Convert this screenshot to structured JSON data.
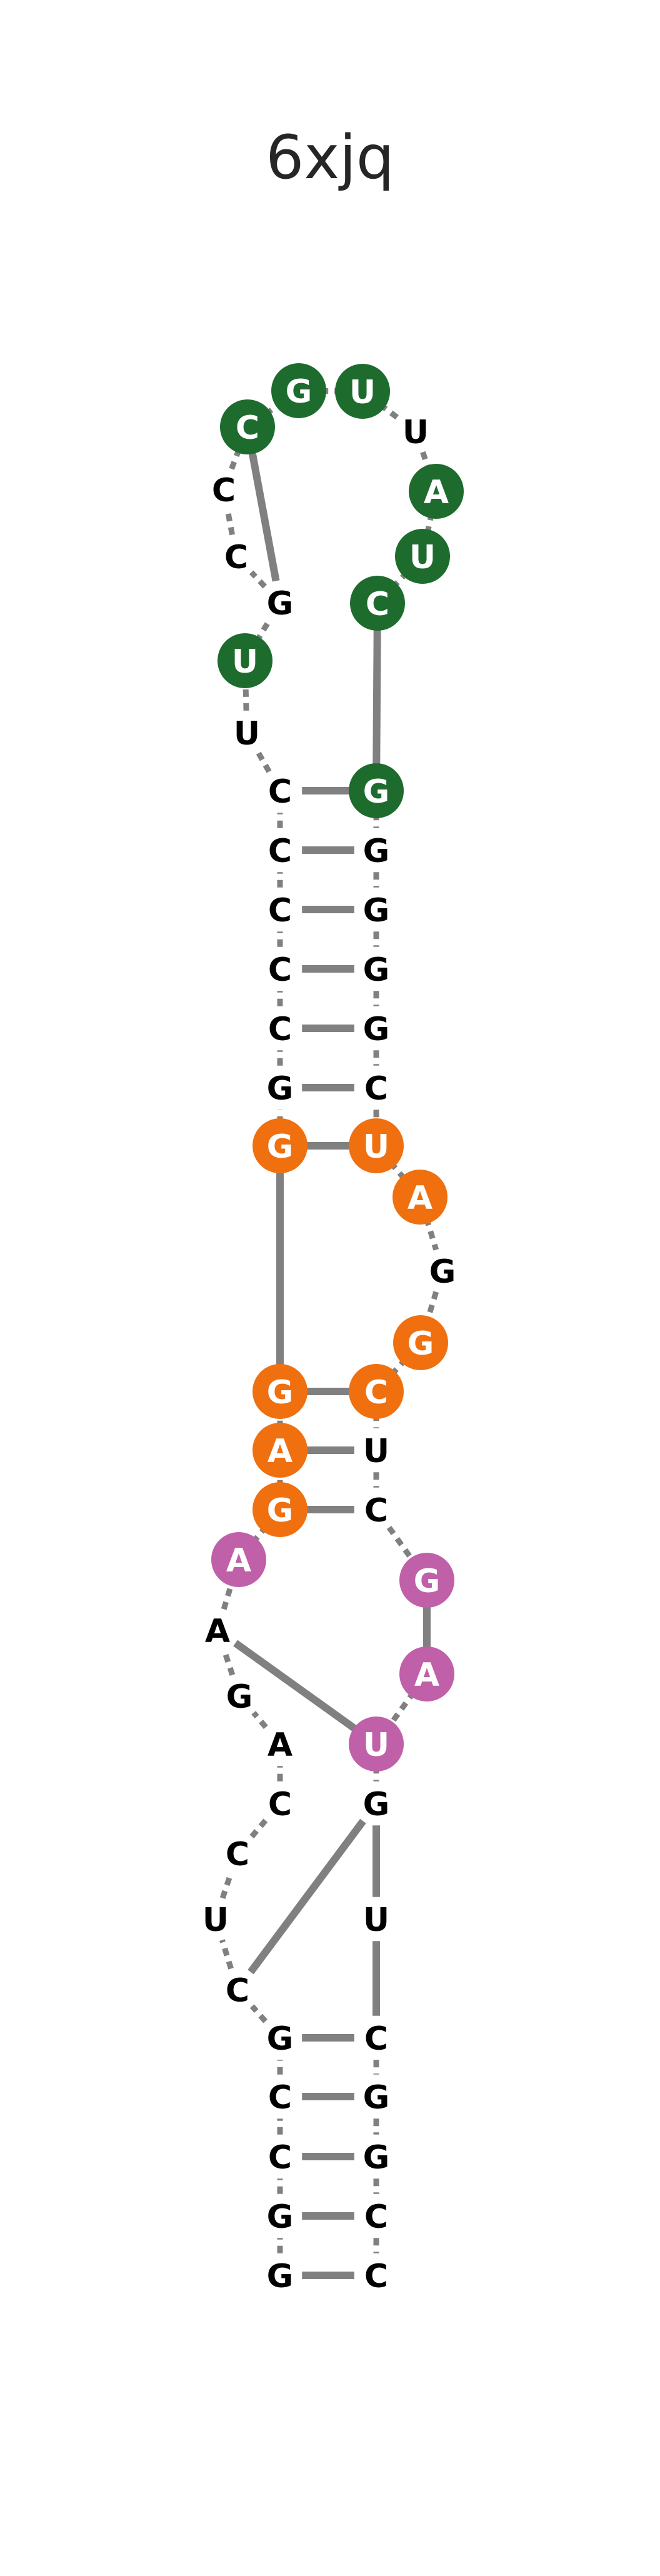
{
  "title": "6xjq",
  "colors": {
    "stem_line": "#808080",
    "pair_line": "#808080",
    "unpaired_text": "#000000",
    "highlight_text": "#ffffff",
    "green": "#1e6b2e",
    "orange": "#f07010",
    "pink": "#c060a8"
  },
  "nucleotides": [
    {
      "id": "n1",
      "base": "G",
      "hl": null
    },
    {
      "id": "n2",
      "base": "G",
      "hl": null
    },
    {
      "id": "n3",
      "base": "C",
      "hl": null
    },
    {
      "id": "n4",
      "base": "C",
      "hl": null
    },
    {
      "id": "n5",
      "base": "G",
      "hl": null
    },
    {
      "id": "n6",
      "base": "C",
      "hl": null
    },
    {
      "id": "n7",
      "base": "U",
      "hl": null
    },
    {
      "id": "n8",
      "base": "C",
      "hl": null
    },
    {
      "id": "n9",
      "base": "C",
      "hl": null
    },
    {
      "id": "n10",
      "base": "A",
      "hl": null
    },
    {
      "id": "n11",
      "base": "G",
      "hl": null
    },
    {
      "id": "n12",
      "base": "A",
      "hl": null
    },
    {
      "id": "n13",
      "base": "A",
      "hl": "pink"
    },
    {
      "id": "n14",
      "base": "G",
      "hl": "orange"
    },
    {
      "id": "n15",
      "base": "A",
      "hl": "orange"
    },
    {
      "id": "n16",
      "base": "G",
      "hl": "orange"
    },
    {
      "id": "n17",
      "base": "G",
      "hl": "orange"
    },
    {
      "id": "n18",
      "base": "G",
      "hl": null
    },
    {
      "id": "n19",
      "base": "C",
      "hl": null
    },
    {
      "id": "n20",
      "base": "C",
      "hl": null
    },
    {
      "id": "n21",
      "base": "C",
      "hl": null
    },
    {
      "id": "n22",
      "base": "C",
      "hl": null
    },
    {
      "id": "n23",
      "base": "C",
      "hl": null
    },
    {
      "id": "n24",
      "base": "U",
      "hl": null
    },
    {
      "id": "n25",
      "base": "U",
      "hl": "green"
    },
    {
      "id": "n26",
      "base": "G",
      "hl": null
    },
    {
      "id": "n27",
      "base": "C",
      "hl": null
    },
    {
      "id": "n28",
      "base": "C",
      "hl": null
    },
    {
      "id": "n29",
      "base": "C",
      "hl": "green"
    },
    {
      "id": "n30",
      "base": "G",
      "hl": "green"
    },
    {
      "id": "n31",
      "base": "U",
      "hl": "green"
    },
    {
      "id": "n32",
      "base": "U",
      "hl": null
    },
    {
      "id": "n33",
      "base": "A",
      "hl": "green"
    },
    {
      "id": "n34",
      "base": "U",
      "hl": "green"
    },
    {
      "id": "n35",
      "base": "C",
      "hl": "green"
    },
    {
      "id": "n36",
      "base": "G",
      "hl": "green"
    },
    {
      "id": "n37",
      "base": "G",
      "hl": null
    },
    {
      "id": "n38",
      "base": "G",
      "hl": null
    },
    {
      "id": "n39",
      "base": "G",
      "hl": null
    },
    {
      "id": "n40",
      "base": "G",
      "hl": null
    },
    {
      "id": "n41",
      "base": "C",
      "hl": null
    },
    {
      "id": "n42",
      "base": "U",
      "hl": "orange"
    },
    {
      "id": "n43",
      "base": "A",
      "hl": "orange"
    },
    {
      "id": "n44",
      "base": "G",
      "hl": null
    },
    {
      "id": "n45",
      "base": "G",
      "hl": "orange"
    },
    {
      "id": "n46",
      "base": "C",
      "hl": "orange"
    },
    {
      "id": "n47",
      "base": "U",
      "hl": null
    },
    {
      "id": "n48",
      "base": "C",
      "hl": null
    },
    {
      "id": "n49",
      "base": "G",
      "hl": "pink"
    },
    {
      "id": "n50",
      "base": "A",
      "hl": "pink"
    },
    {
      "id": "n51",
      "base": "U",
      "hl": "pink"
    },
    {
      "id": "n52",
      "base": "G",
      "hl": null
    },
    {
      "id": "n53",
      "base": "U",
      "hl": null
    },
    {
      "id": "n54",
      "base": "C",
      "hl": null
    },
    {
      "id": "n55",
      "base": "G",
      "hl": null
    },
    {
      "id": "n56",
      "base": "G",
      "hl": null
    },
    {
      "id": "n57",
      "base": "C",
      "hl": null
    },
    {
      "id": "n58",
      "base": "C",
      "hl": null
    }
  ],
  "pairs": [
    [
      "n1",
      "n58"
    ],
    [
      "n2",
      "n57"
    ],
    [
      "n3",
      "n56"
    ],
    [
      "n4",
      "n55"
    ],
    [
      "n5",
      "n54"
    ],
    [
      "n12",
      "n51"
    ],
    [
      "n15",
      "n47"
    ],
    [
      "n16",
      "n46"
    ],
    [
      "n17",
      "n42"
    ],
    [
      "n18",
      "n41"
    ],
    [
      "n19",
      "n40"
    ],
    [
      "n20",
      "n39"
    ],
    [
      "n21",
      "n38"
    ],
    [
      "n22",
      "n37"
    ],
    [
      "n23",
      "n36"
    ],
    [
      "n26",
      "n29"
    ]
  ],
  "noncanonical_pairs": [
    [
      "n14",
      "n48"
    ],
    [
      "n6",
      "n52"
    ]
  ]
}
